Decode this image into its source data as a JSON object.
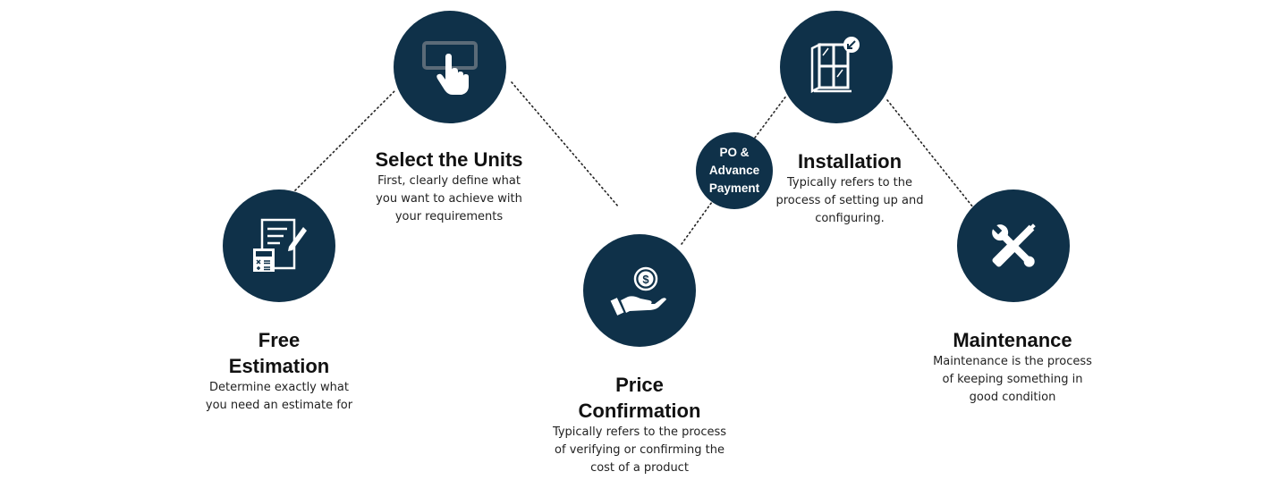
{
  "steps": [
    {
      "id": "free-estimation",
      "title": "Free\nEstimation",
      "description": "Determine exactly what\nyou need an estimate for",
      "icon": "estimate-calculator-icon"
    },
    {
      "id": "select-units",
      "title": "Select the Units",
      "description": "First, clearly define what\nyou want to achieve with\nyour requirements",
      "icon": "touch-select-icon"
    },
    {
      "id": "price-confirmation",
      "title": "Price\nConfirmation",
      "description": "Typically refers to the process\nof verifying or confirming the\ncost of a product",
      "icon": "dollar-hand-icon"
    },
    {
      "id": "installation",
      "title": "Installation",
      "description": "Typically refers to the\nprocess of setting up and\nconfiguring.",
      "icon": "window-install-icon"
    },
    {
      "id": "maintenance",
      "title": "Maintenance",
      "description": "Maintenance is the process\nof keeping something in\ngood condition",
      "icon": "wrench-screwdriver-icon"
    }
  ],
  "badge": {
    "label": "PO &\nAdvance\nPayment"
  },
  "colors": {
    "circle": "#0f3149",
    "icon": "#ffffff",
    "text": "#111111",
    "connector": "#222222"
  }
}
